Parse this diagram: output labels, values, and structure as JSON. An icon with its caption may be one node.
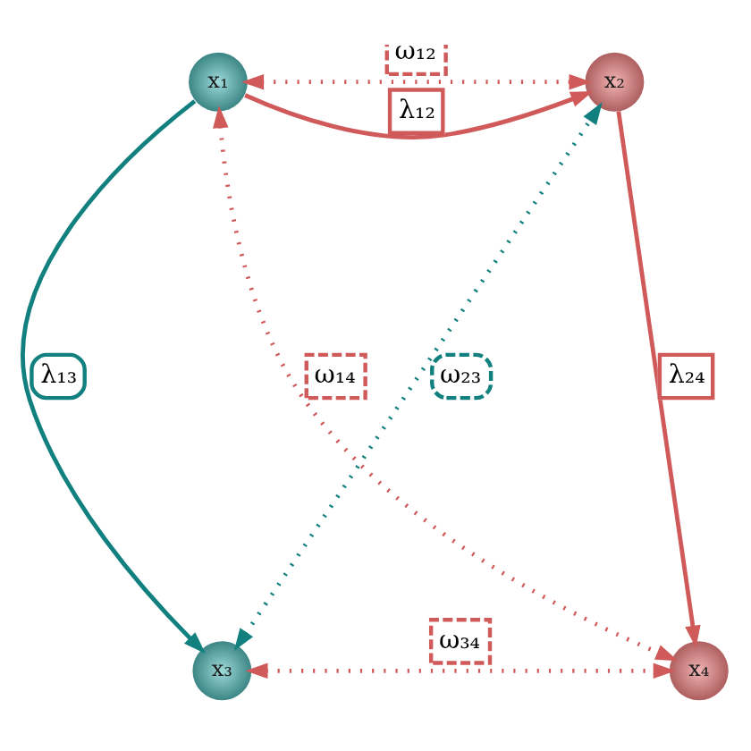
{
  "diagram": {
    "nodes": [
      {
        "text": [
          "x₁"
        ]
      },
      {
        "text": [
          "x₂"
        ]
      },
      {
        "text": [
          "x₃"
        ]
      },
      {
        "text": [
          "x₄"
        ]
      }
    ],
    "edges": [
      {
        "from": 0,
        "to": 1,
        "arrow": "both",
        "label": "ω₁₂",
        "style": "dashed"
      },
      {
        "from": 0,
        "to": 1,
        "arrow": "to",
        "label": "λ₁₂"
      },
      {
        "from": 0,
        "to": 2,
        "arrow": "to",
        "label": "λ₁₃",
        "color": "#11807f"
      },
      {
        "from": 1,
        "to": 3,
        "arrow": "to",
        "label": "λ₂₄"
      },
      {
        "from": 2,
        "to": 1,
        "arrow": "both",
        "label": "ω₂₃",
        "style": "dashed",
        "color": "#11807f"
      },
      {
        "from": 0,
        "to": 3,
        "arrow": "both",
        "label": "ω₁₄",
        "style": "dashed"
      },
      {
        "from": 2,
        "to": 3,
        "arrow": "both",
        "label": "ω₃₄",
        "style": "dashed"
      }
    ]
  }
}
